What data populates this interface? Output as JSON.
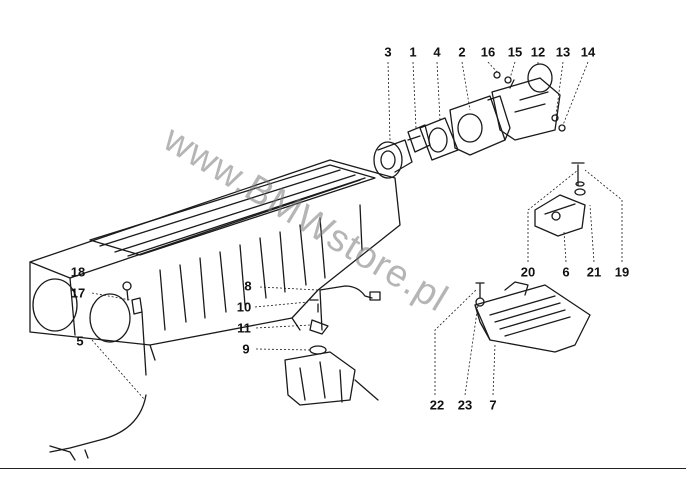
{
  "watermark": "www.BMWstore.pl",
  "part_labels": {
    "p1": "1",
    "p2": "2",
    "p3": "3",
    "p4": "4",
    "p5": "5",
    "p6": "6",
    "p7": "7",
    "p8": "8",
    "p9": "9",
    "p10": "10",
    "p11": "11",
    "p12": "12",
    "p13": "13",
    "p14": "14",
    "p15": "15",
    "p16": "16",
    "p17": "17",
    "p18": "18",
    "p19": "19",
    "p20": "20",
    "p21": "21",
    "p22": "22",
    "p23": "23"
  },
  "colors": {
    "ink": "#1a1a1a",
    "watermark": "#7a7a7a"
  }
}
